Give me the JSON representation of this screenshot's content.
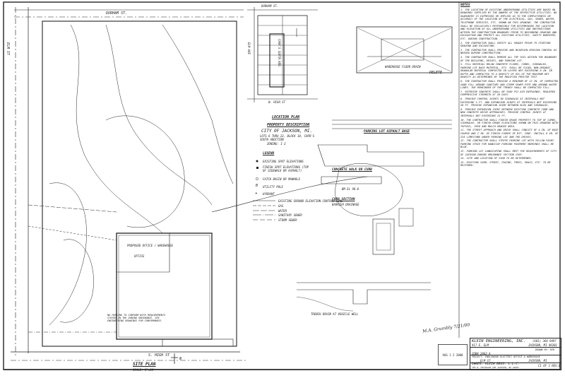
{
  "title_block": {
    "firm": "KLEIN ENGINEERING, INC.",
    "phone": "(601) 364-9497",
    "address": "417 E. ELM",
    "city": "JACKSON, MI 49201",
    "job_no": "JOB# 2062-A",
    "drawn_by": "DRAWN BY: MTK",
    "project": "PROJECT: ENGLEWOOD ELECTRIC OFFICE & WAREHOUSE",
    "project_street": "ELM ST",
    "project_city": "JACKSON, MI",
    "owner": "OWNER: KLEIN BROS. L.L.C.",
    "owner_address": "705 W. MICHIGAN AVE  JACKSON, MI 49201",
    "sheet": "C1 OF 1 REV.B"
  },
  "stamp": {
    "date": "AUG 1 2 2000"
  },
  "signature": "M.A. Grumbly 7/21/00",
  "site_plan": {
    "title": "SITE PLAN",
    "scale": "SCALE: 1\"=30'",
    "north": "N",
    "streets": {
      "left": "ELM ST",
      "bottom": "S. HIGH ST",
      "top": "DURHAM ST."
    },
    "building_label": "PROPOSED OFFICE / WAREHOUSE",
    "office_label": "OFFICE",
    "note": "NO PARKING TO CONFORM WITH REQUIREMENTS STATED IN THE ZONING ORDINANCE. SEE ENGINEERING DRAWINGS FOR CONFORMANCE."
  },
  "location_plan": {
    "title": "LOCATION PLAN",
    "streets": {
      "top": "DURHAM ST.",
      "bottom": "W. HIGH ST",
      "left": "ELM AVE"
    },
    "lot_label": "CARR'S SOUTH ADD."
  },
  "property_description": {
    "title": "PROPERTY DESCRIPTION",
    "city": "CITY OF JACKSON, MI.",
    "lots": "LOTS 6 THRU 22, BLOCK 10, CARR'S",
    "addition": "SOUTH ADDITION",
    "zoning": "ZONING: I-2"
  },
  "legend": {
    "title": "LEGEND",
    "items": [
      "EXISTING SPOT ELEVATIONS",
      "FINISH SPOT ELEVATIONS (TOP OF SIDEWALK OR ASPHALT)",
      "CATCH BASIN OR MANHOLE",
      "UTILITY POLE",
      "HYDRANT",
      "EXISTING GROUND ELEVATION CONTOUR LINE",
      "GAS",
      "WATER",
      "SANITARY SEWER",
      "STORM SEWER"
    ]
  },
  "details": {
    "floor_drain": "WAREHOUSE FLOOR DRAIN",
    "delete": "DELETE",
    "parking": "PARKING LOT ASPHALT BASE",
    "walk": "CONCRETE WALK OR CURB",
    "curb": "CURB SECTION",
    "curb_sub": "BARRIER DRAINAGE",
    "trench": "TRENCH DRAIN AT VEHICLE WELL",
    "bm": "BM EL 98.0"
  },
  "notes": {
    "title": "NOTES",
    "items": [
      "1. THE LOCATION OF EXISTING UNDERGROUND UTILITIES ARE BASED ON DRAWINGS SUPPLIED BY THE OWNERS OF THE RESPECTIVE UTILITIES. NO GUARANTEE IS EXPRESSED OR IMPLIED AS TO THE COMPLETENESS OR ACCURACY OF THE LOCATION OF THE ELECTRICAL, GAS, SEWER, WATER, TELEPHONE SERVICES, ETC. SHOWN ON THIS DRAWING. THE CONTRACTOR SHALL BE EXCLUSIVELY RESPONSIBLE FOR DETERMINING THE LOCATION AND ELEVATION OF ALL UNDERGROUND UTILITIES AND OBSTRUCTIONS WITHIN THE CONSTRUCTION BOUNDARY PRIOR TO BEGINNING GRADING AND EXCAVATION AND PROTECT ALL EXISTING UTILITIES, SAFETY BARRIERS, ETC. DURING CONSTRUCTION.",
      "2. THE CONTRACTOR SHALL VERIFY ALL GRADES PRIOR TO STARTING GRADING AND EXCAVATING.",
      "3. THE CONTRACTOR SHALL PROVIDE AND MAINTAIN EROSION CONTROL AS NEEDED DURING CONSTRUCTION.",
      "4. THE CONTRACTOR SHALL REMOVE ALL TOP SOIL WITHIN THE BOUNDARY OF THE BUILDING, DRIVES, AND PARKING LOT.",
      "5. FILL MATERIAL BELOW CONCRETE FLOORS, CURBS, SIDEWALKS, PARKING LOT BASE MATERIAL, ETC. SHALL BE CLEAN, NON-ORGANIC, GRANULAR MATERIAL COMPACTED IN LAYERS NOT EXCEEDING 8 IN. IN DEPTH AND COMPACTED TO A DENSITY OF 95% OF THE MAXIMUM DRY DENSITY AS DETERMINED BY THE MODIFIED PROCTOR TEST.",
      "6. THE CONTRACTOR SHALL PROVIDE A MINIMUM OF 12 IN. OF COMPACTED SAND FILL AROUND SANITARY AND STORM SEWER PIPE AND AROUND WATER LINES. THE REMAINDER OF THE TRENCH SHALL BE COMPACTED FILL.",
      "7. EXTERIOR CONCRETE SHALL BE 3500 PSI AIR ENTRAINED. REQUIRED COMPRESSIVE STRENGTH AT 28 DAYS.",
      "8. PROVIDE CONTROL JOINTS IN SIDEWALKS AT INTERVALS NOT EXCEEDING 5 FT. AND EXPANSION JOINTS AT INTERVALS NOT EXCEEDING 50 FT. PROVIDE EXPANSION JOINT BETWEEN BLDG AND SIDEWALKS.",
      "9. PROVIDE EXPANSION JOINT BETWEEN EXISTING CONCRETE CURB AND NEW CONCRETE DRIVE APPROACHES. PROVIDE CONTROL JOINTS AT INTERVALS NOT EXCEEDING 15 FT.",
      "10. THE CONTRACTOR SHALL FINISH GRADE PROPERTY TO TOP OF CURBS, SIDEWALKS, OR FINISH GRADE ELEVATIONS SHOWN ON THIS DRAWING WITH TOPSOIL, SEED AND MULCH GRADED AREA.",
      "11. THE STREET APPROACH AND DRIVE SHALL CONSIST OF 4 IN. OF BASE COURSE AND 2 IN. OF FINISH COURSE OF BIT. CONC. INSTALL 8 IN. OF 22A LIMESTONE UNDER PARKING LOT AND THE DRIVES.",
      "12. THE CONTRACTOR SHALL STRIPE PARKING LOT WITH YELLOW PAINT. PARKING SPACE FOR HANDICAP PARKING PAVEMENT MARKINGS SHALL BE BLUE.",
      "13. PARKING LOT LANDSCAPING SHALL MEET THE REQUIREMENTS OF CITY OF JACKSON ZONING ORDINANCE SECTION 1203.",
      "14. SITE AND LOCATION OF SIGN TO BE DETERMINED.",
      "15. EXISTING CURB, STREET, PAVING, TREES, GRASS, ETC. TO BE RESTORED."
    ]
  }
}
